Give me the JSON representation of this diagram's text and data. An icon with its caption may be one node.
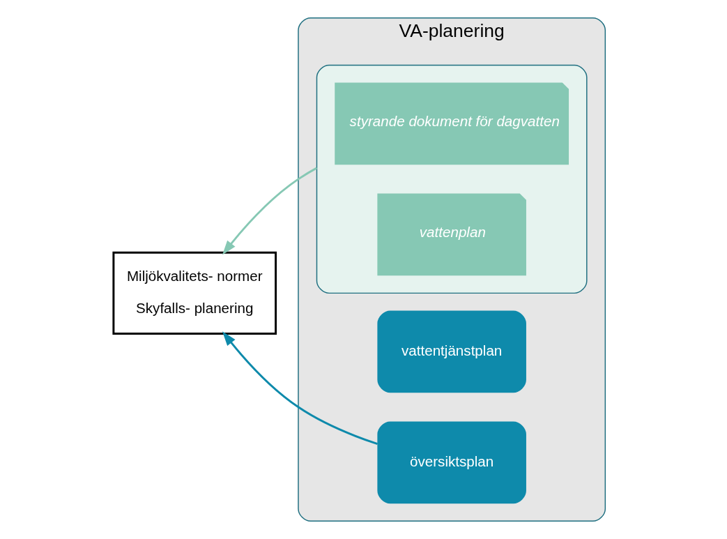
{
  "diagram": {
    "nodes": [
      {
        "text": [
          "VA-planering"
        ]
      },
      {
        "text": [],
        "shape": "box",
        "in": 0
      },
      {
        "text": [
          "styrande dokument för dagvatten"
        ],
        "in": 1
      },
      {
        "text": [
          "vattenplan"
        ],
        "in": 1
      },
      {
        "text": [
          "vattentjänstplan"
        ],
        "in": 0
      },
      {
        "text": [
          "översiktsplan"
        ],
        "in": 0
      },
      {
        "text": [
          "Miljökvalitets- normer",
          "Skyfalls- planering"
        ]
      }
    ],
    "edges": [
      {
        "from": 1,
        "to": 6,
        "arrow": "to",
        "color": "#86c8b4"
      },
      {
        "from": 5,
        "to": 6,
        "arrow": "to",
        "color": "#0e8aab"
      }
    ]
  }
}
